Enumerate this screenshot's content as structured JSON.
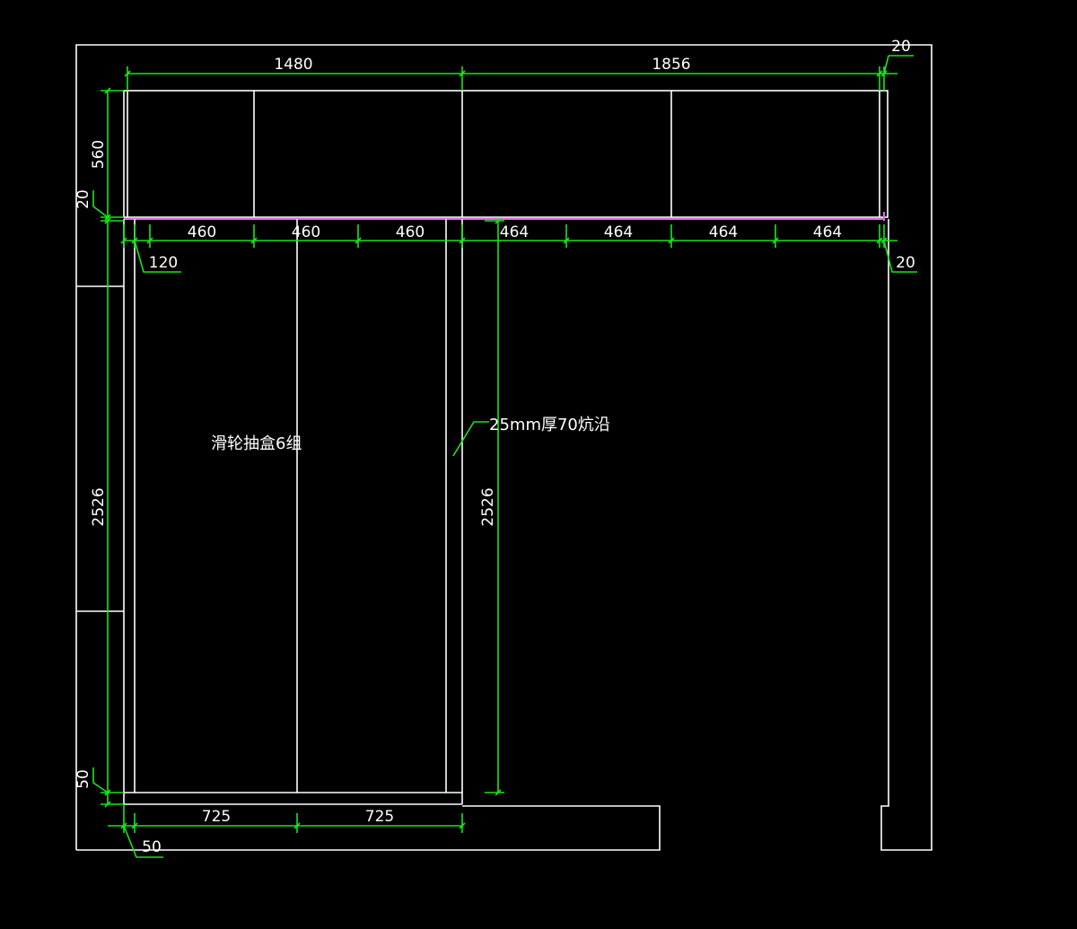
{
  "colors": {
    "background": "#000000",
    "outline": "#ffffff",
    "dimension": "#19e619",
    "ledge_edge": "#e066e0"
  },
  "dimensions": {
    "top_left_width": "1480",
    "top_right_width": "1856",
    "top_right_gap": "20",
    "top_cabinet_height": "560",
    "shelf_thickness": "20",
    "left_panels": [
      "460",
      "460",
      "460"
    ],
    "right_panels": [
      "464",
      "464",
      "464",
      "464"
    ],
    "left_offset": "120",
    "right_offset": "20",
    "left_height": "2526",
    "inner_height": "2526",
    "base_height": "50",
    "bottom_widths": [
      "725",
      "725"
    ],
    "bottom_offset": "50"
  },
  "annotations": {
    "drawer_note": "滑轮抽盒6组",
    "ledge_note": "25mm厚70炕沿"
  }
}
